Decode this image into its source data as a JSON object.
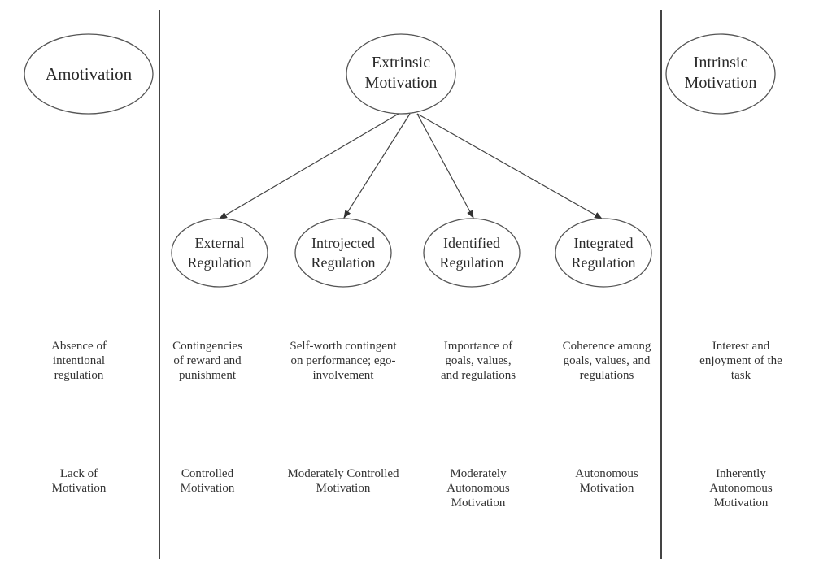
{
  "diagram": {
    "type": "self-determination-continuum",
    "columns": [
      {
        "id": "amotivation",
        "node": [
          "Amotivation"
        ],
        "regulatory_process": "Absence of\nintentional\nregulation",
        "locus": "Lack of\nMotivation"
      },
      {
        "id": "external",
        "node": [
          "External",
          "Regulation"
        ],
        "regulatory_process": "Contingencies\nof reward and\npunishment",
        "locus": "Controlled\nMotivation"
      },
      {
        "id": "introjected",
        "node": [
          "Introjected",
          "Regulation"
        ],
        "regulatory_process": "Self-worth contingent\non performance; ego-\ninvolvement",
        "locus": "Moderately Controlled\nMotivation"
      },
      {
        "id": "identified",
        "node": [
          "Identified",
          "Regulation"
        ],
        "regulatory_process": "Importance of\ngoals, values,\nand regulations",
        "locus": "Moderately\nAutonomous\nMotivation"
      },
      {
        "id": "integrated",
        "node": [
          "Integrated",
          "Regulation"
        ],
        "regulatory_process": "Coherence among\ngoals, values, and\nregulations",
        "locus": "Autonomous\nMotivation"
      },
      {
        "id": "intrinsic",
        "node": [
          "Intrinsic",
          "Motivation"
        ],
        "regulatory_process": "Interest and\nenjoyment of the\ntask",
        "locus": "Inherently\nAutonomous\nMotivation"
      }
    ],
    "parent_node": {
      "id": "extrinsic",
      "label": [
        "Extrinsic",
        "Motivation"
      ],
      "children": [
        "external",
        "introjected",
        "identified",
        "integrated"
      ]
    },
    "colors": {
      "stroke": "#555555",
      "divider": "#444444",
      "arrow": "#333333",
      "text": "#2a2a2a"
    }
  }
}
